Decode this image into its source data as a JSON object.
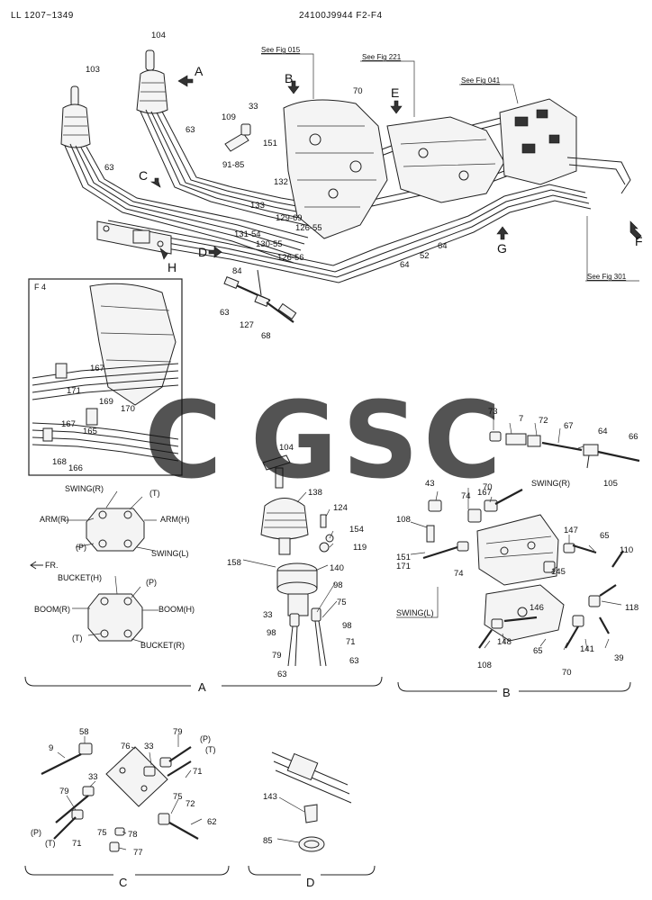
{
  "header": {
    "serial_range": "LL 1207~1349",
    "drawing_no": "24100J9944 F2-F4"
  },
  "watermark": {
    "letters": [
      "C",
      "G",
      "S",
      "C"
    ],
    "colors": [
      "#4a86e8",
      "#ea6b66",
      "#f6d55c",
      "#57bb8a"
    ]
  },
  "refs": {
    "fig015": "See Fig 015",
    "fig221": "See Fig 221",
    "fig041": "See Fig 041",
    "fig301": "See Fig 301"
  },
  "view_letters": {
    "A": "A",
    "B": "B",
    "C": "C",
    "D": "D",
    "E": "E",
    "F": "F",
    "G": "G",
    "H": "H"
  },
  "inset": {
    "title": "F 4"
  },
  "sections": {
    "A": "A",
    "B": "B",
    "C": "C",
    "D": "D"
  },
  "port_labels": {
    "swing_r": "SWING(R)",
    "t": "(T)",
    "arm_r": "ARM(R)",
    "arm_h": "ARM(H)",
    "p": "(P)",
    "swing_l": "SWING(L)",
    "fr": "FR.",
    "bucket_h": "BUCKET(H)",
    "boom_r": "BOOM(R)",
    "boom_h": "BOOM(H)",
    "bucket_r": "BUCKET(R)"
  },
  "parts": {
    "p103": "103",
    "p104": "104",
    "p63": "63",
    "p33": "33",
    "p109": "109",
    "p151": "151",
    "p9185": "91-85",
    "p132": "132",
    "p133": "133",
    "p12969": "129-69",
    "p12655": "126-55",
    "p13154": "131-54",
    "p13055": "130-55",
    "p12656": "126-56",
    "p84": "84",
    "p127": "127",
    "p68": "68",
    "p70": "70",
    "p64": "64",
    "p52": "52",
    "p167": "167",
    "p171": "171",
    "p169": "169",
    "p170": "170",
    "p165": "165",
    "p168": "168",
    "p166": "166",
    "p138": "138",
    "p124": "124",
    "p154": "154",
    "p119": "119",
    "p158": "158",
    "p140": "140",
    "p98": "98",
    "p75": "75",
    "p79": "79",
    "p71": "71",
    "p73": "73",
    "p7": "7",
    "p72": "72",
    "p67": "67",
    "p66": "66",
    "p105": "105",
    "p43": "43",
    "p74": "74",
    "p108": "108",
    "p147": "147",
    "p65": "65",
    "p110": "110",
    "p145": "145",
    "p146": "146",
    "p118": "118",
    "p148": "148",
    "p141": "141",
    "p39": "39",
    "p58": "58",
    "p9": "9",
    "p76": "76",
    "p62": "62",
    "p78": "78",
    "p77": "77",
    "p143": "143",
    "p85": "85"
  }
}
